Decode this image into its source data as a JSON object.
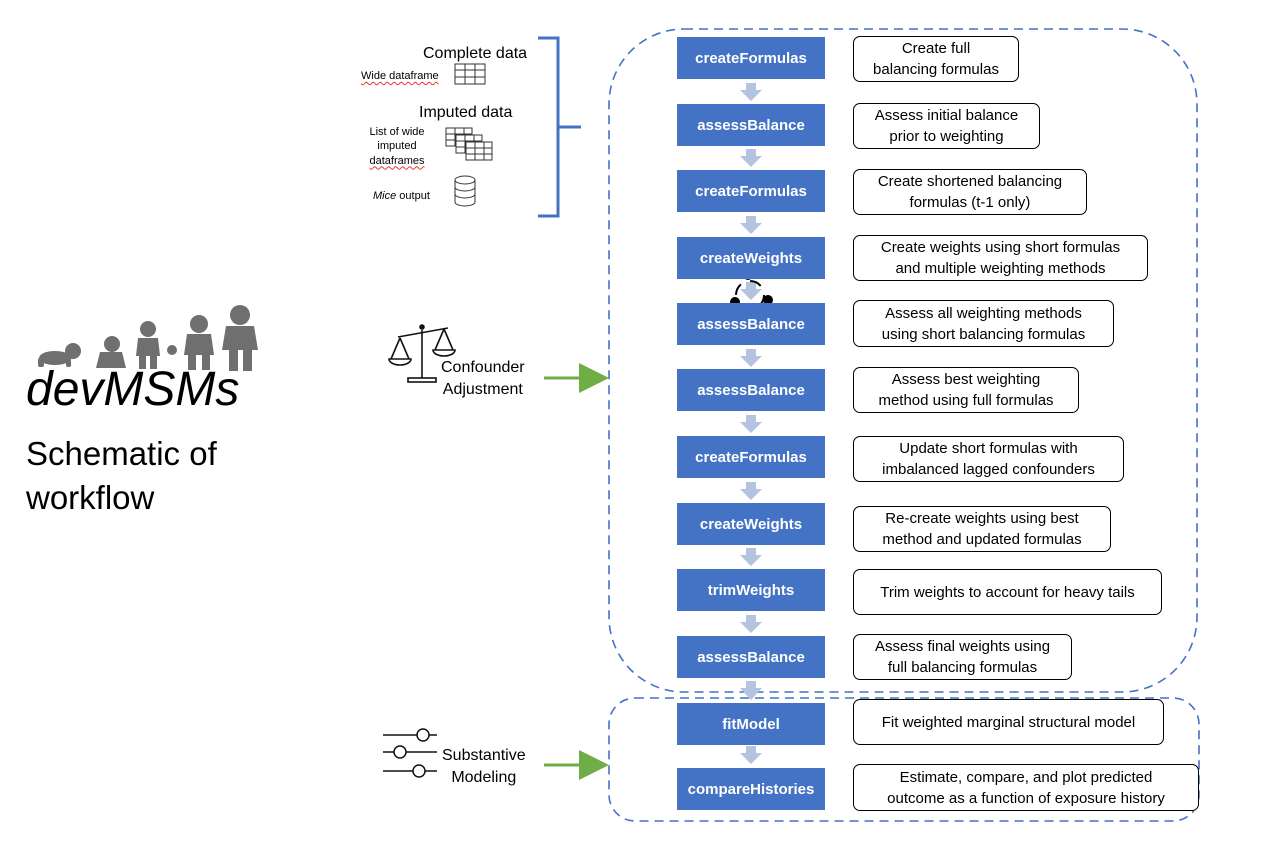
{
  "title": {
    "main": "devMSMs",
    "sub_line1": "Schematic of",
    "sub_line2": "workflow"
  },
  "inputs": {
    "complete_data": "Complete data",
    "wide_dataframe": "Wide dataframe",
    "imputed_data": "Imputed data",
    "list_line1": "List of wide",
    "list_line2": "imputed",
    "list_line3": "dataframes",
    "mice_word": "Mice",
    "mice_rest": " output"
  },
  "side_labels": {
    "confounder_line1": "Confounder",
    "confounder_line2": "Adjustment",
    "substantive_line1": "Substantive",
    "substantive_line2": "Modeling"
  },
  "steps": [
    {
      "fn": "createFormulas",
      "desc1": "Create full",
      "desc2": "balancing formulas"
    },
    {
      "fn": "assessBalance",
      "desc1": "Assess initial balance",
      "desc2": "prior to weighting"
    },
    {
      "fn": "createFormulas",
      "desc1": "Create shortened balancing",
      "desc2": "formulas (t-1 only)"
    },
    {
      "fn": "createWeights",
      "desc1": "Create weights using short formulas",
      "desc2": "and multiple weighting methods"
    },
    {
      "fn": "assessBalance",
      "desc1": "Assess all weighting methods",
      "desc2": "using short balancing formulas"
    },
    {
      "fn": "assessBalance",
      "desc1": "Assess best weighting",
      "desc2": "method using full formulas"
    },
    {
      "fn": "createFormulas",
      "desc1": "Update short formulas with",
      "desc2": "imbalanced lagged confounders"
    },
    {
      "fn": "createWeights",
      "desc1": "Re-create weights using best",
      "desc2": "method and updated formulas"
    },
    {
      "fn": "trimWeights",
      "desc1": "Trim weights to account for heavy tails",
      "desc2": ""
    },
    {
      "fn": "assessBalance",
      "desc1": "Assess final weights using",
      "desc2": "full balancing formulas"
    },
    {
      "fn": "fitModel",
      "desc1": "Fit weighted marginal structural model",
      "desc2": ""
    },
    {
      "fn": "compareHistories",
      "desc1": "Estimate, compare, and plot predicted",
      "desc2": "outcome as a function of exposure history"
    }
  ],
  "colors": {
    "function_box": "#4472c4",
    "dashed_border": "#4472c4",
    "arrow_down": "#b4c3e0",
    "arrow_green": "#70ad47",
    "bracket": "#4472c4",
    "silhouette": "#6f6f6f"
  }
}
